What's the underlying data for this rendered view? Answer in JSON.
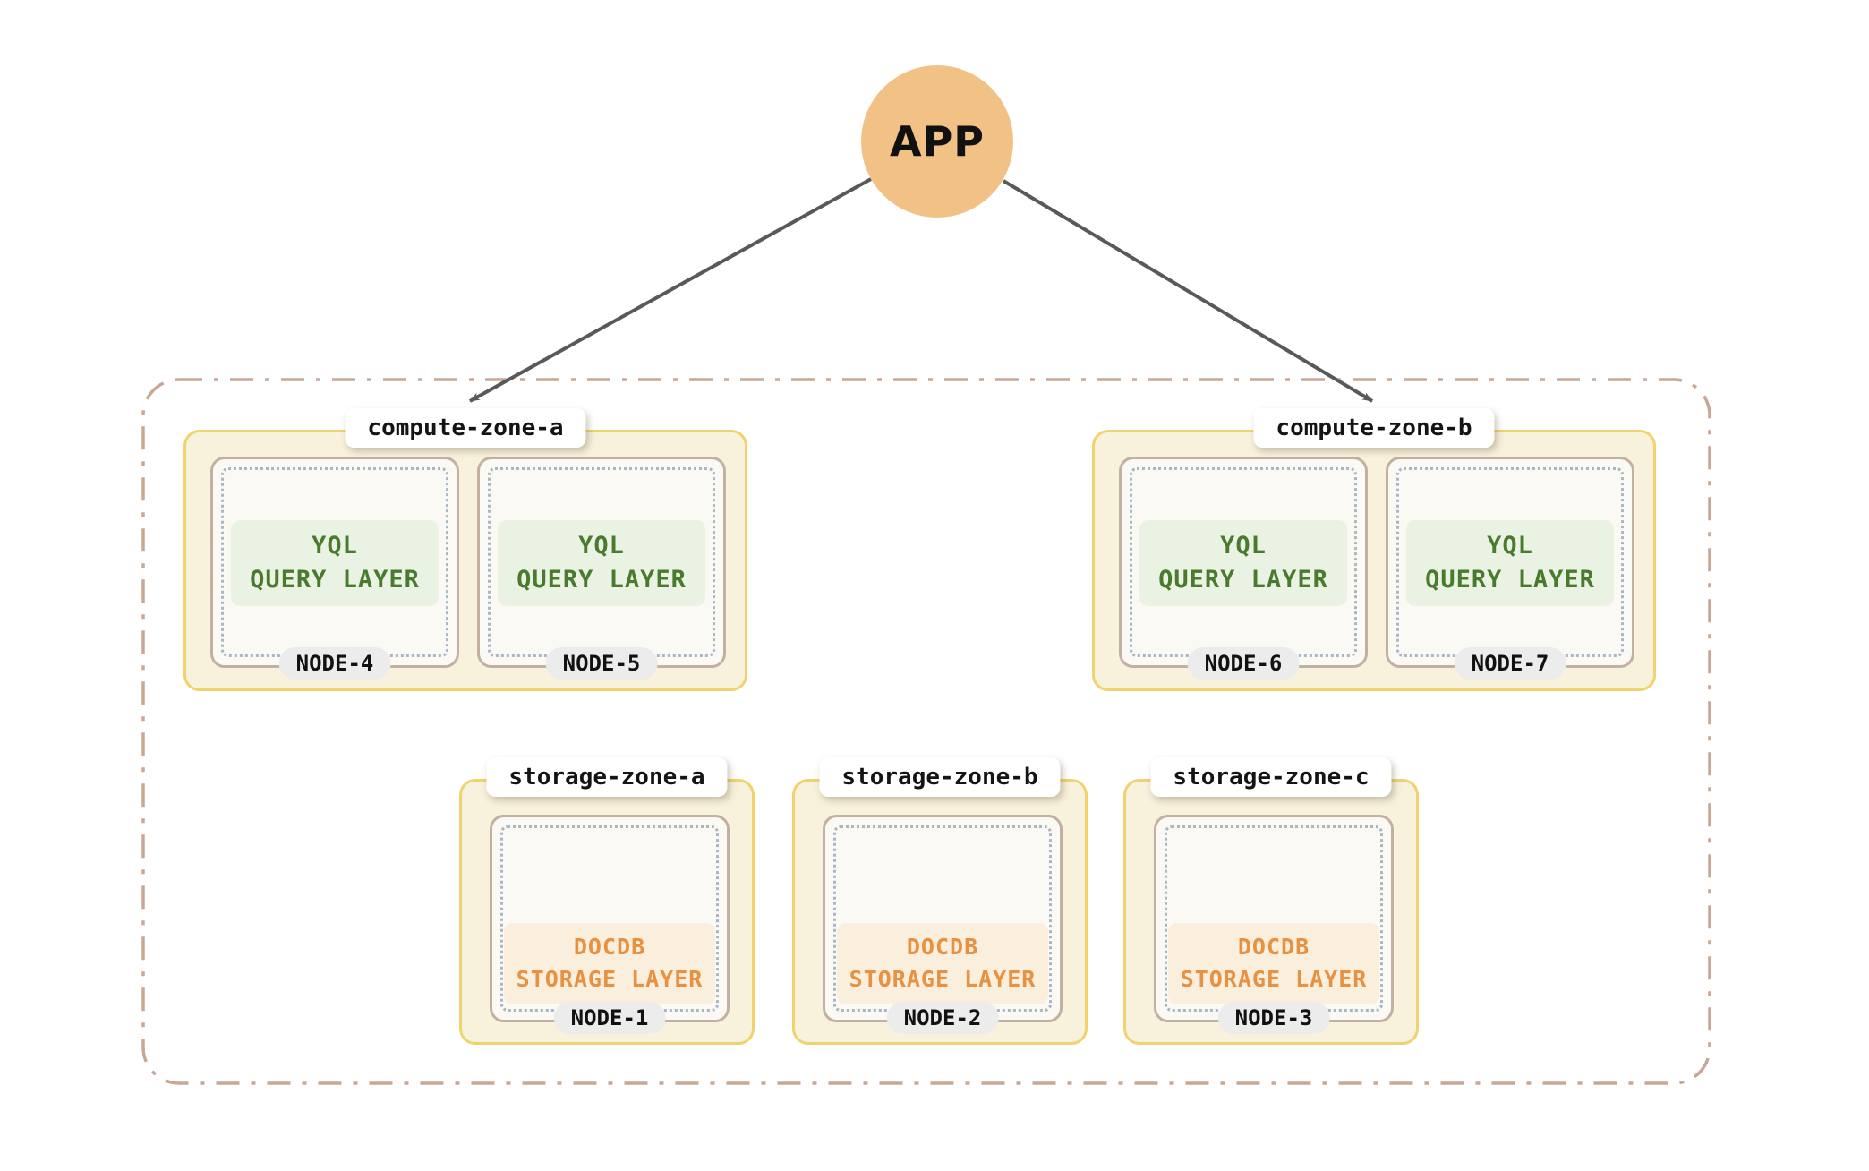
{
  "diagram": {
    "app_label": "APP",
    "zones": {
      "compute": [
        {
          "label": "compute-zone-a",
          "nodes": [
            {
              "name": "NODE-4",
              "layer": {
                "line1": "YQL",
                "line2": "QUERY LAYER"
              }
            },
            {
              "name": "NODE-5",
              "layer": {
                "line1": "YQL",
                "line2": "QUERY LAYER"
              }
            }
          ]
        },
        {
          "label": "compute-zone-b",
          "nodes": [
            {
              "name": "NODE-6",
              "layer": {
                "line1": "YQL",
                "line2": "QUERY LAYER"
              }
            },
            {
              "name": "NODE-7",
              "layer": {
                "line1": "YQL",
                "line2": "QUERY LAYER"
              }
            }
          ]
        }
      ],
      "storage": [
        {
          "label": "storage-zone-a",
          "nodes": [
            {
              "name": "NODE-1",
              "layer": {
                "line1": "DOCDB",
                "line2": "STORAGE LAYER"
              }
            }
          ]
        },
        {
          "label": "storage-zone-b",
          "nodes": [
            {
              "name": "NODE-2",
              "layer": {
                "line1": "DOCDB",
                "line2": "STORAGE LAYER"
              }
            }
          ]
        },
        {
          "label": "storage-zone-c",
          "nodes": [
            {
              "name": "NODE-3",
              "layer": {
                "line1": "DOCDB",
                "line2": "STORAGE LAYER"
              }
            }
          ]
        }
      ]
    },
    "colors": {
      "app_circle": "#F2C185",
      "arrow": "#595959",
      "cluster_boundary": "#C7A896",
      "zone_fill": "#F8F1DB",
      "zone_border": "#F0D36E",
      "node_fill": "#FAF9F4",
      "node_border": "#C2B1A2",
      "dotted_border": "#A9B6C6",
      "query_layer_text": "#4A7A2E",
      "query_layer_bg": "#EAF3E3",
      "storage_layer_text": "#E89140",
      "storage_layer_bg": "#FAEEDD",
      "node_pill_bg": "#ECECEC",
      "zone_label_bg": "#FFFFFF"
    }
  }
}
